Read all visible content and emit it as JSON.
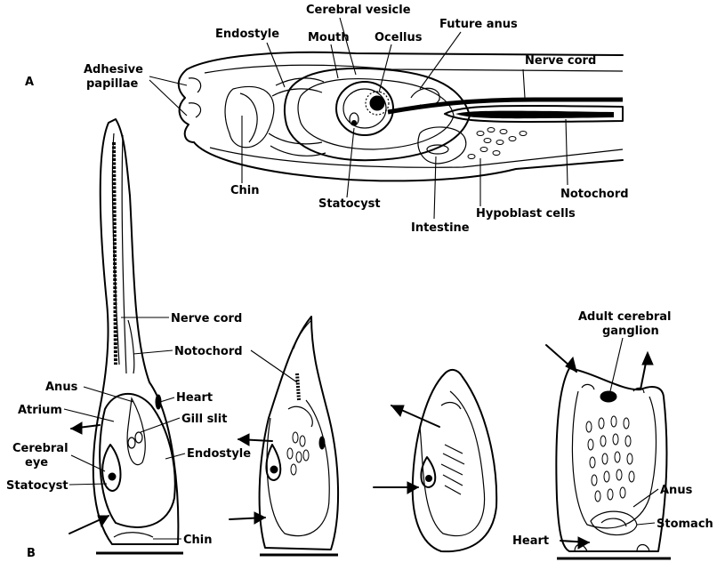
{
  "figure": {
    "panel_a": "A",
    "panel_b": "B"
  },
  "labels_a": {
    "cerebral_vesicle": "Cerebral vesicle",
    "future_anus": "Future anus",
    "endostyle": "Endostyle",
    "mouth": "Mouth",
    "ocellus": "Ocellus",
    "nerve_cord": "Nerve cord",
    "adhesive": "Adhesive",
    "papillae": "papillae",
    "chin": "Chin",
    "statocyst": "Statocyst",
    "notochord": "Notochord",
    "hypoblast_cells": "Hypoblast cells",
    "intestine": "Intestine"
  },
  "labels_b": {
    "nerve_cord": "Nerve cord",
    "notochord": "Notochord",
    "anus": "Anus",
    "heart": "Heart",
    "atrium": "Atrium",
    "gill_slit": "Gill slit",
    "cerebral": "Cerebral",
    "eye": "eye",
    "endostyle": "Endostyle",
    "statocyst": "Statocyst",
    "chin": "Chin",
    "adult_cerebral": "Adult cerebral",
    "ganglion": "ganglion",
    "anus_adult": "Anus",
    "stomach": "Stomach",
    "heart_adult": "Heart"
  }
}
